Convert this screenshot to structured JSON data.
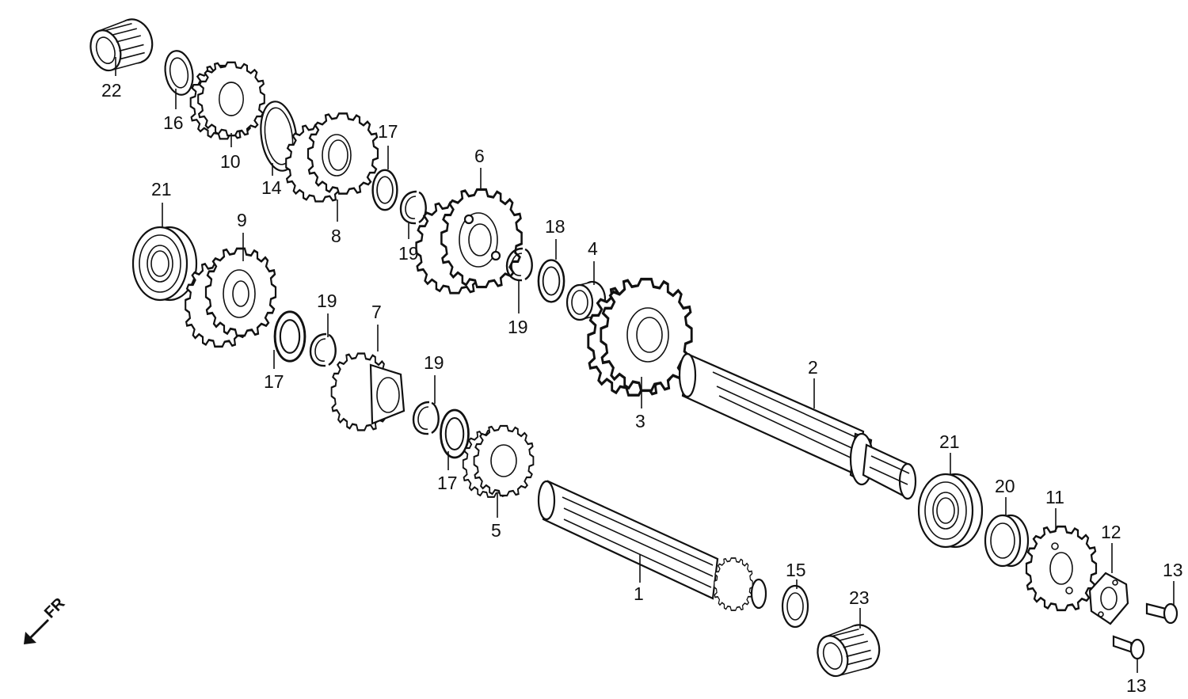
{
  "diagram": {
    "orientation_label": "FR",
    "ink_color": "#111111",
    "background": "#ffffff",
    "callouts": [
      {
        "id": "c22",
        "text": "22"
      },
      {
        "id": "c16",
        "text": "16"
      },
      {
        "id": "c10",
        "text": "10"
      },
      {
        "id": "c14",
        "text": "14"
      },
      {
        "id": "c17a",
        "text": "17"
      },
      {
        "id": "c8",
        "text": "8"
      },
      {
        "id": "c19a",
        "text": "19"
      },
      {
        "id": "c6",
        "text": "6"
      },
      {
        "id": "c18",
        "text": "18"
      },
      {
        "id": "c4",
        "text": "4"
      },
      {
        "id": "c19b",
        "text": "19"
      },
      {
        "id": "c21a",
        "text": "21"
      },
      {
        "id": "c9",
        "text": "9"
      },
      {
        "id": "c19c",
        "text": "19"
      },
      {
        "id": "c7",
        "text": "7"
      },
      {
        "id": "c17b",
        "text": "17"
      },
      {
        "id": "c19d",
        "text": "19"
      },
      {
        "id": "c3",
        "text": "3"
      },
      {
        "id": "c2",
        "text": "2"
      },
      {
        "id": "c17c",
        "text": "17"
      },
      {
        "id": "c5",
        "text": "5"
      },
      {
        "id": "c1",
        "text": "1"
      },
      {
        "id": "c21b",
        "text": "21"
      },
      {
        "id": "c20",
        "text": "20"
      },
      {
        "id": "c11",
        "text": "11"
      },
      {
        "id": "c12",
        "text": "12"
      },
      {
        "id": "c13a",
        "text": "13"
      },
      {
        "id": "c13b",
        "text": "13"
      },
      {
        "id": "c15",
        "text": "15"
      },
      {
        "id": "c23",
        "text": "23"
      }
    ]
  }
}
